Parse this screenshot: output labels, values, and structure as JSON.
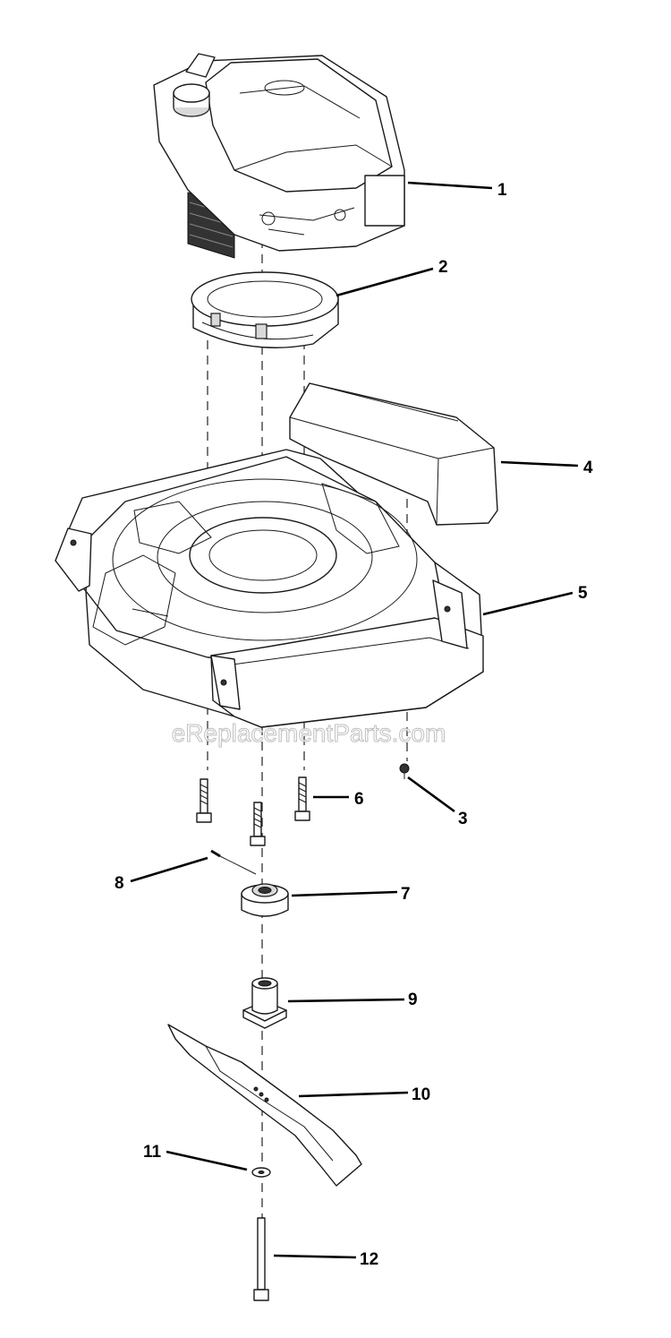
{
  "watermark": "eReplacementParts.com",
  "callouts": [
    {
      "id": "engine",
      "number": "1",
      "icon": "engine-icon"
    },
    {
      "id": "engine-spacer",
      "number": "2",
      "icon": "spacer-ring-icon"
    },
    {
      "id": "cover-screw",
      "number": "3",
      "icon": "screw-icon"
    },
    {
      "id": "rear-cover",
      "number": "4",
      "icon": "cover-icon"
    },
    {
      "id": "deck",
      "number": "5",
      "icon": "deck-icon"
    },
    {
      "id": "engine-bolts",
      "number": "6",
      "icon": "bolt-icon"
    },
    {
      "id": "fan",
      "number": "7",
      "icon": "fan-icon"
    },
    {
      "id": "key",
      "number": "8",
      "icon": "key-icon"
    },
    {
      "id": "blade-adapter",
      "number": "9",
      "icon": "adapter-icon"
    },
    {
      "id": "blade",
      "number": "10",
      "icon": "blade-icon"
    },
    {
      "id": "washer",
      "number": "11",
      "icon": "washer-icon"
    },
    {
      "id": "blade-bolt",
      "number": "12",
      "icon": "blade-bolt-icon"
    }
  ]
}
